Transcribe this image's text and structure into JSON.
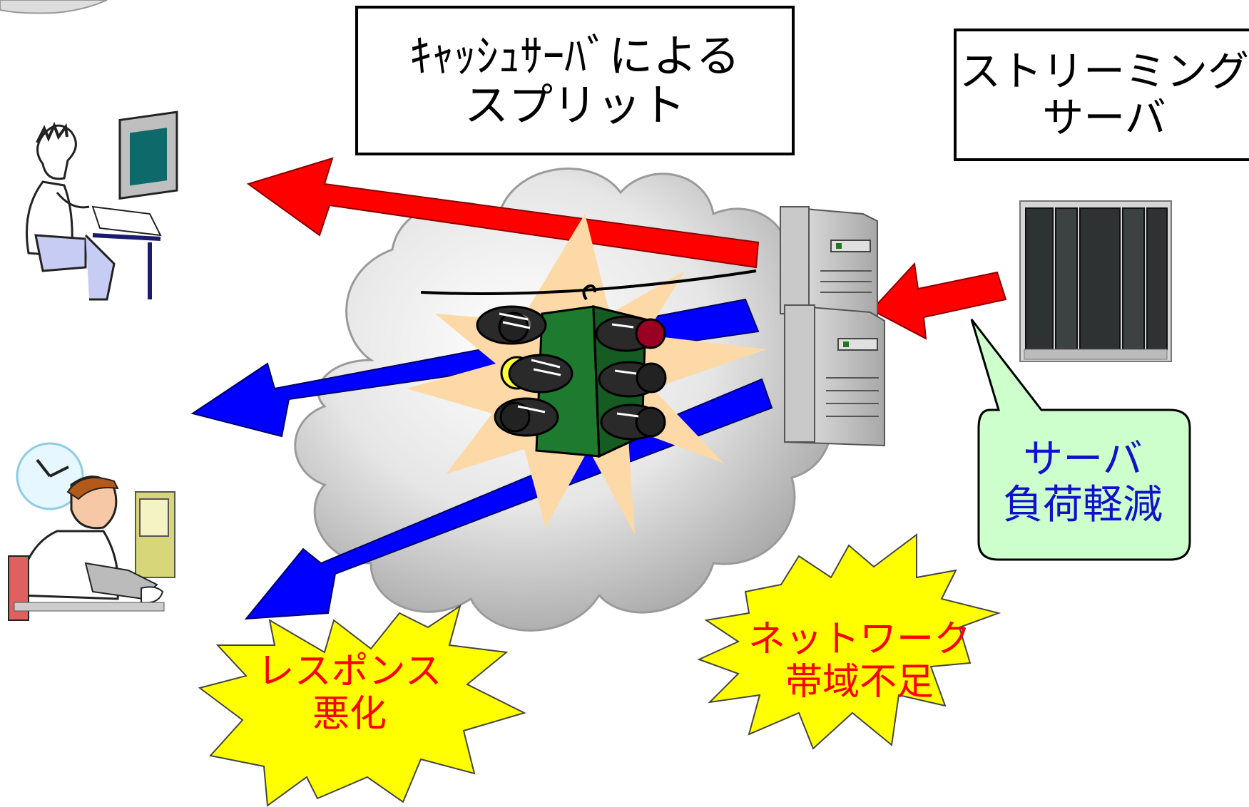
{
  "title_box": {
    "line1": "ｷｬｯｼｭｻｰﾊﾞによる",
    "line2": "スプリット"
  },
  "streaming_box": {
    "line1": "ストリーミング",
    "line2": "サーバ"
  },
  "load_callout": {
    "line1": "サーバ",
    "line2": "負荷軽減"
  },
  "response_burst": {
    "line1": "レスポンス",
    "line2": "悪化"
  },
  "network_burst": {
    "line1": "ネットワーク",
    "line2": "帯域不足"
  },
  "icons": [
    "cloud-icon",
    "traffic-light-icon",
    "cache-server-icon",
    "streaming-server-icon",
    "thinking-user-icon",
    "busy-user-icon",
    "clock-icon"
  ],
  "colors": {
    "red_arrow": "#ff0000",
    "blue_arrow": "#0000ff",
    "burst_fill": "#ffff00",
    "burst_text": "#ff0000",
    "callout_fill": "#ccffcc",
    "callout_text": "#1111cc",
    "traffic_light_body": "#1e7a2e",
    "star_flash": "#fcd9a6"
  }
}
